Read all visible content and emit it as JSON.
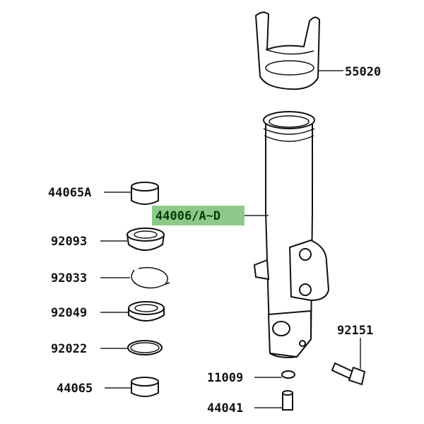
{
  "diagram": {
    "parts": [
      {
        "id": "guard",
        "label": "55020"
      },
      {
        "id": "bushing-upper",
        "label": "44065A"
      },
      {
        "id": "outer-tube",
        "label": "44006/A~D",
        "highlighted": true
      },
      {
        "id": "oil-seal",
        "label": "92093"
      },
      {
        "id": "circlip",
        "label": "92033"
      },
      {
        "id": "dust-seal",
        "label": "92049"
      },
      {
        "id": "washer",
        "label": "92022"
      },
      {
        "id": "bushing-lower",
        "label": "44065"
      },
      {
        "id": "bolt",
        "label": "92151"
      },
      {
        "id": "gasket",
        "label": "11009"
      },
      {
        "id": "drain-screw",
        "label": "44041"
      }
    ],
    "highlight_color": "#8fc98a"
  }
}
